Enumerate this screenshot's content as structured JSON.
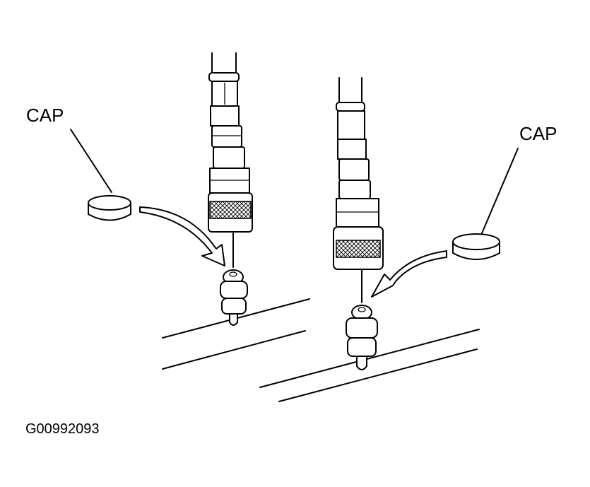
{
  "diagram": {
    "labels": {
      "cap_left": "CAP",
      "cap_right": "CAP",
      "figure_code": "G00992093"
    }
  }
}
